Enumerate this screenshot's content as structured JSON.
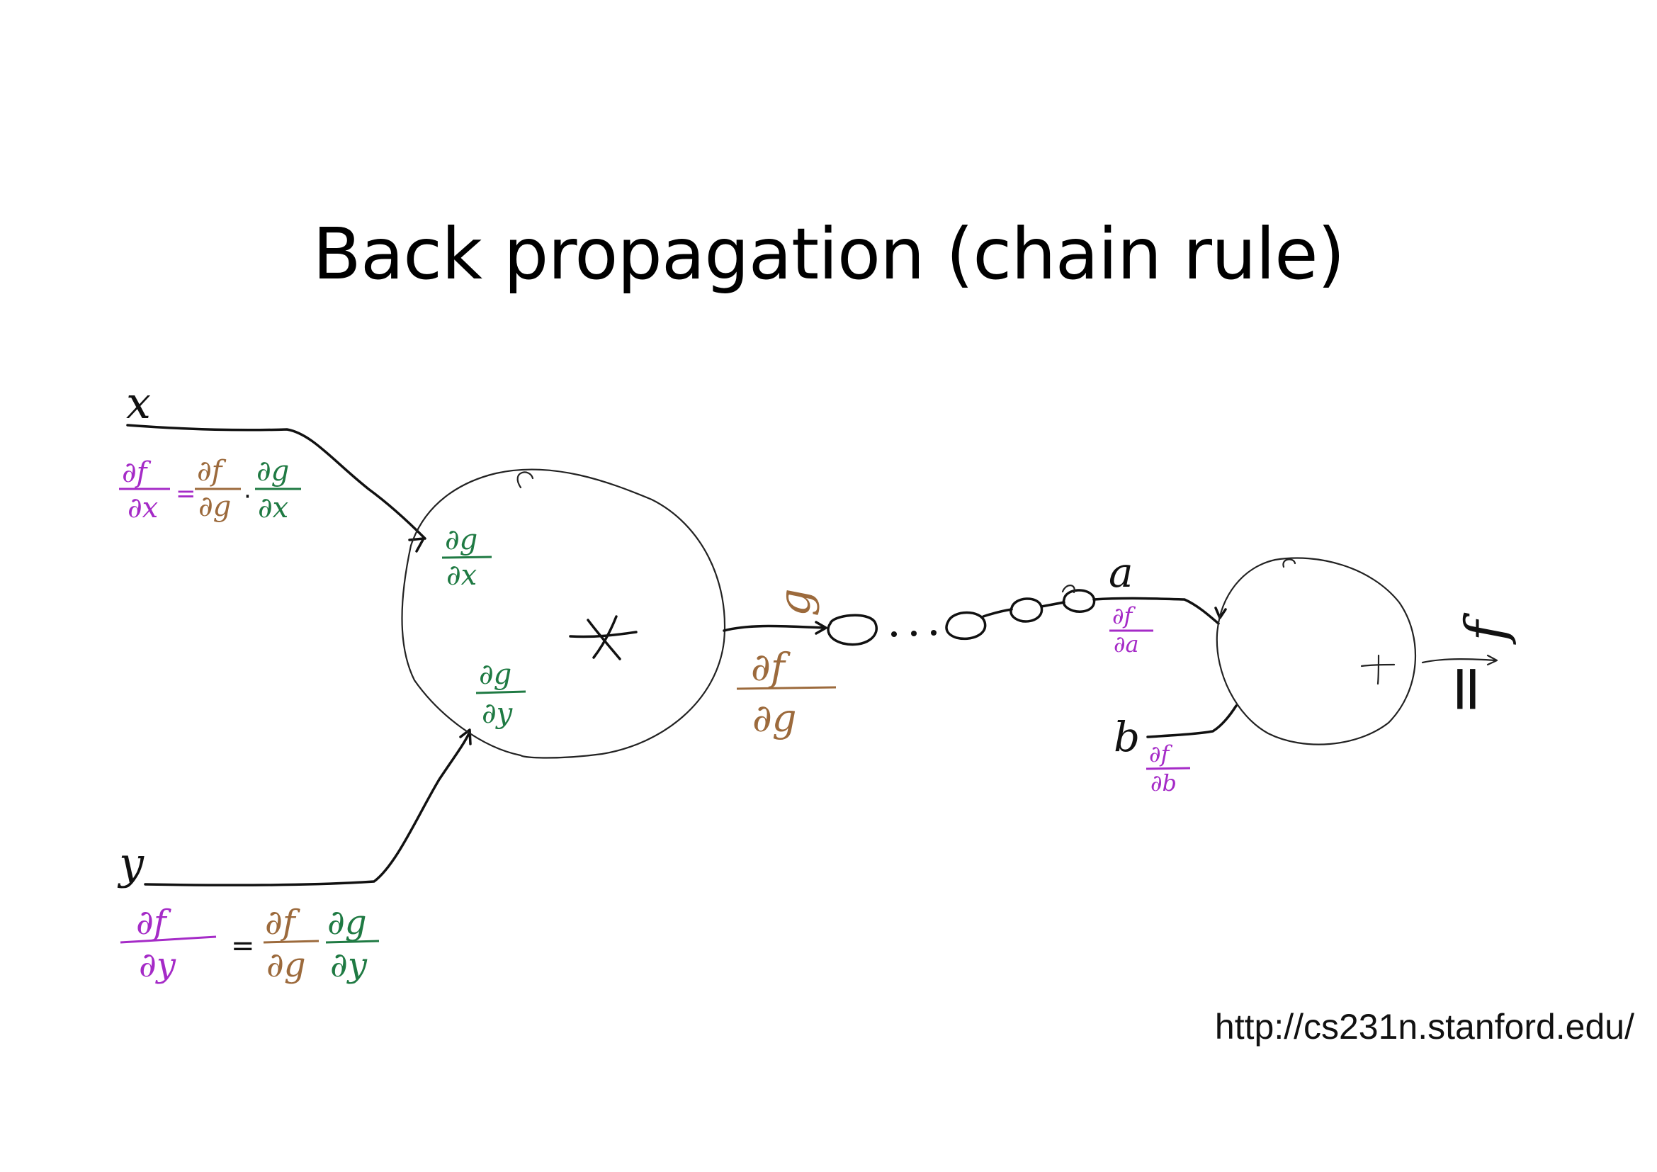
{
  "title": "Back propagation (chain rule)",
  "source_url": "http://cs231n.stanford.edu/",
  "colors": {
    "upstream_grad": "#a52bc7",
    "global_grad": "#9c6a3c",
    "local_grad": "#1f7a43",
    "ink": "#111111"
  },
  "diagram": {
    "inputs": {
      "x": "x",
      "y": "y",
      "a": "a",
      "b": "b"
    },
    "nodes": {
      "multiply": {
        "op": "*",
        "output": "g"
      },
      "add": {
        "op": "+",
        "output": "f"
      }
    },
    "output_label": "f",
    "output_sign": "=",
    "chain_ellipsis": "...",
    "grads": {
      "df": "∂f",
      "dg": "∂g",
      "dx": "∂x",
      "dy": "∂y",
      "da": "∂a",
      "db": "∂b",
      "dot": "·",
      "equals": "="
    }
  }
}
